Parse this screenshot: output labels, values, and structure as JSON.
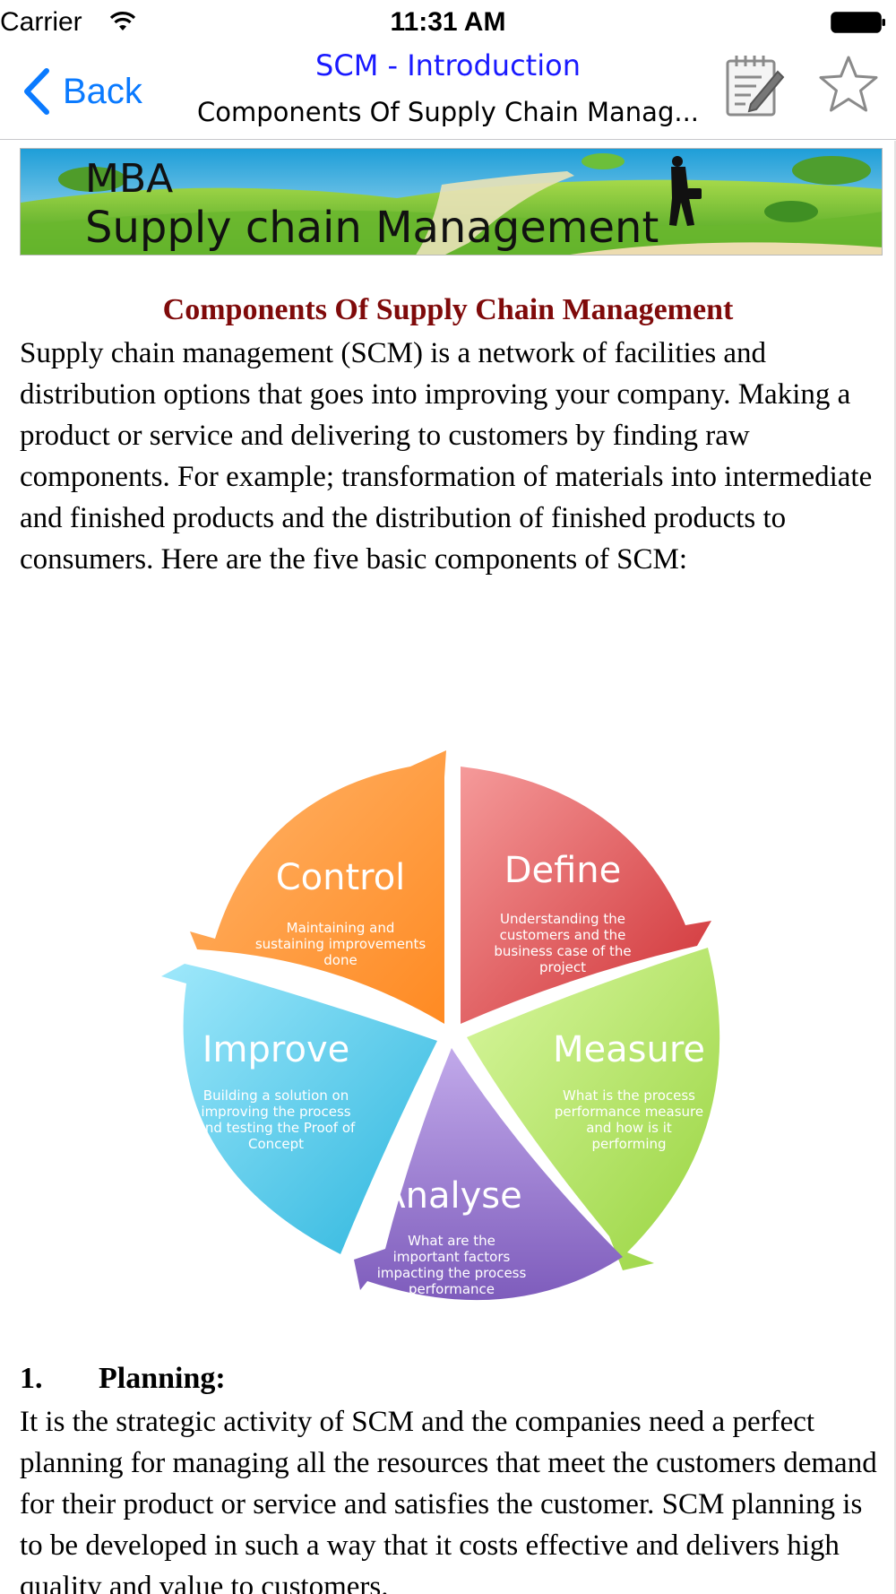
{
  "status_bar": {
    "carrier": "Carrier",
    "time": "11:31 AM"
  },
  "nav": {
    "back_label": "Back",
    "title": "SCM - Introduction",
    "subtitle": "Components Of Supply Chain Manag..."
  },
  "banner": {
    "line1": "MBA",
    "line2": "Supply chain Management"
  },
  "article": {
    "title": "Components Of Supply Chain Management",
    "intro": "Supply chain management (SCM) is a network of facilities and distribution options that goes into improving your company. Making a product or service and delivering to customers by finding raw components. For example; transformation of materials into intermediate and finished products and the distribution of finished products to consumers. Here are the five basic components of SCM:",
    "section1_number": "1.",
    "section1_title": "Planning:",
    "section1_body": "It is the strategic activity of SCM and the companies need a perfect planning for managing all the resources that meet the customers demand for their product or service and satisfies the customer. SCM planning is to be developed in such a way that it costs effective and delivers high quality and value to customers."
  },
  "diagram": {
    "segments": [
      {
        "name": "Control",
        "desc": [
          "Maintaining and",
          "sustaining improvements",
          "done"
        ],
        "color": "#ff9a3a"
      },
      {
        "name": "Define",
        "desc": [
          "Understanding the",
          "customers and the",
          "business case of the",
          "project"
        ],
        "color": "#e4555a"
      },
      {
        "name": "Measure",
        "desc": [
          "What is the process",
          "performance measure",
          "and how is it",
          "performing"
        ],
        "color": "#b4e66a"
      },
      {
        "name": "Analyse",
        "desc": [
          "What are the",
          "important factors",
          "impacting the process",
          "performance"
        ],
        "color": "#9b7fd0"
      },
      {
        "name": "Improve",
        "desc": [
          "Building a solution on",
          "improving the process",
          "and testing  the Proof of",
          "Concept"
        ],
        "color": "#5cc8ea"
      }
    ]
  }
}
